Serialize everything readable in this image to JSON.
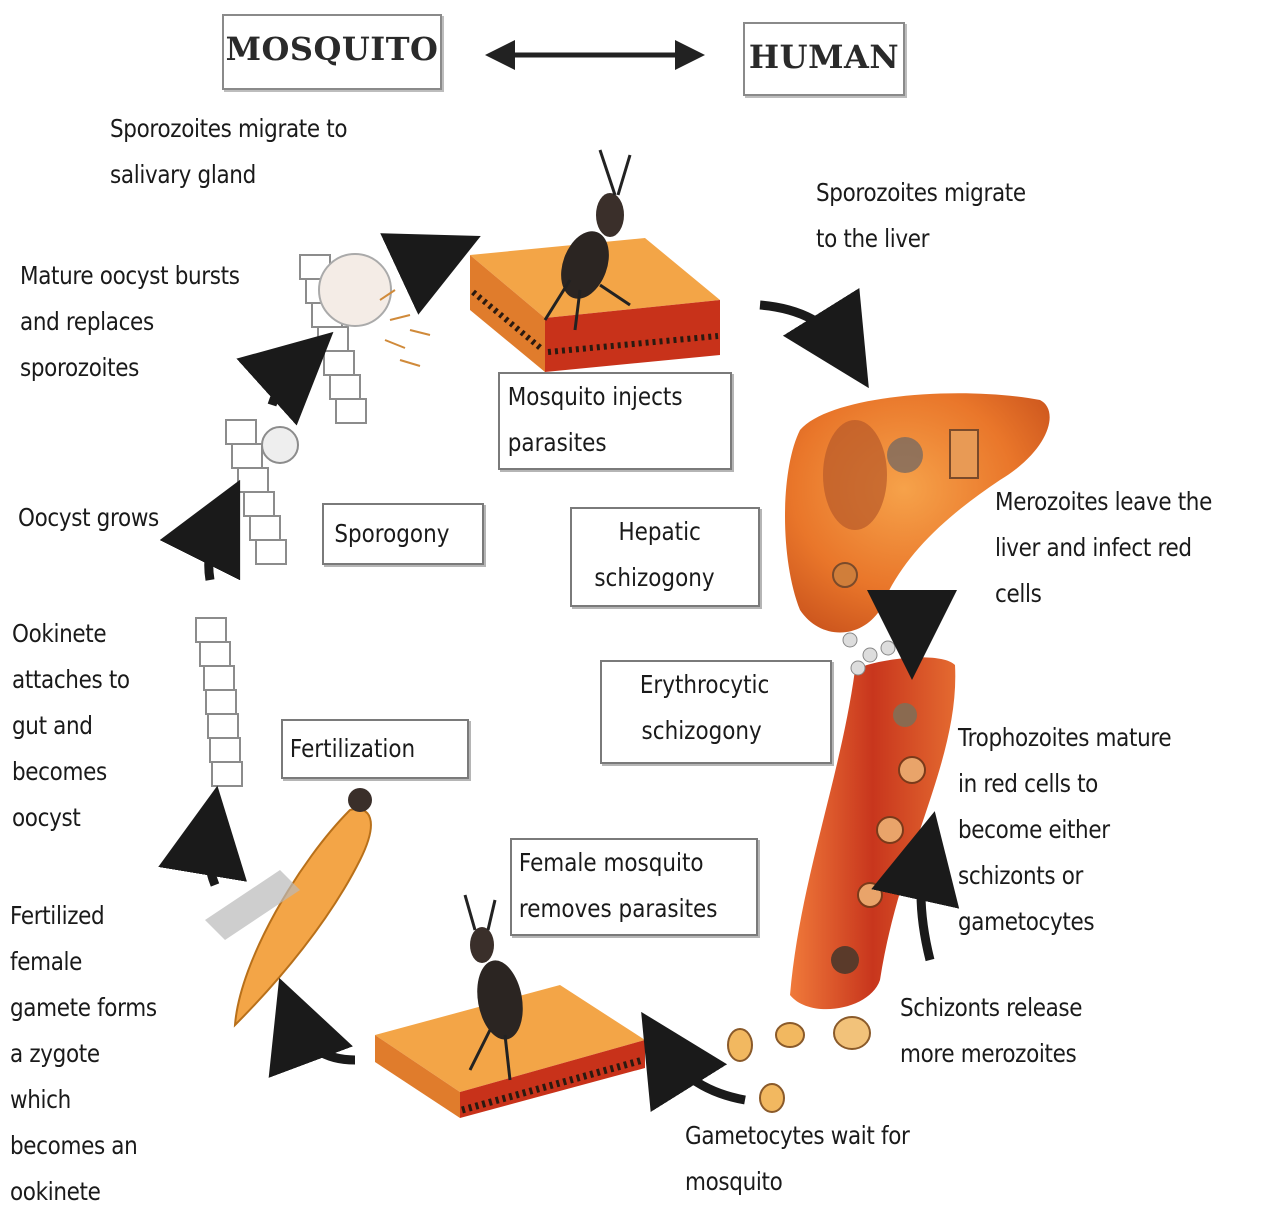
{
  "header": {
    "mosquito": "MOSQUITO",
    "human": "HUMAN"
  },
  "stages": {
    "sporogony": "Sporogony",
    "hepatic": [
      "Hepatic",
      "schizogony"
    ],
    "erythrocytic": [
      "Erythrocytic",
      "schizogony"
    ],
    "fertilization": "Fertilization"
  },
  "boxes": {
    "mosquito_injects": [
      "Mosquito injects",
      "parasites"
    ],
    "female_removes": [
      "Female mosquito",
      "removes parasites"
    ]
  },
  "labels": {
    "salivary": [
      "Sporozoites migrate to",
      "salivary gland"
    ],
    "liver": [
      "Sporozoites migrate",
      "to the liver"
    ],
    "oocyst_bursts": [
      "Mature oocyst bursts",
      "and replaces",
      "sporozoites"
    ],
    "oocyst_grows": [
      "Oocyst grows"
    ],
    "ookinete": [
      "Ookinete",
      "attaches to",
      "gut and",
      "becomes",
      "oocyst"
    ],
    "fertilized": [
      "Fertilized",
      "female",
      "gamete forms",
      "a zygote",
      "which",
      "becomes an",
      "ookinete"
    ],
    "merozoites_leave": [
      "Merozoites leave the",
      "liver and infect red",
      "cells"
    ],
    "trophozoites": [
      "Trophozoites mature",
      "in red cells to",
      "become either",
      "schizonts or",
      "gametocytes"
    ],
    "schizonts_release": [
      "Schizonts release",
      "more merozoites"
    ],
    "gametocytes_wait": [
      "Gametocytes wait for",
      "mosquito"
    ]
  },
  "colors": {
    "skin_top": "#f3a547",
    "skin_side": "#c8321a",
    "liver": "#e9762a",
    "vessel": "#d24a25",
    "cell_outline": "#8c8c8c",
    "arrow": "#1a1a1a"
  }
}
